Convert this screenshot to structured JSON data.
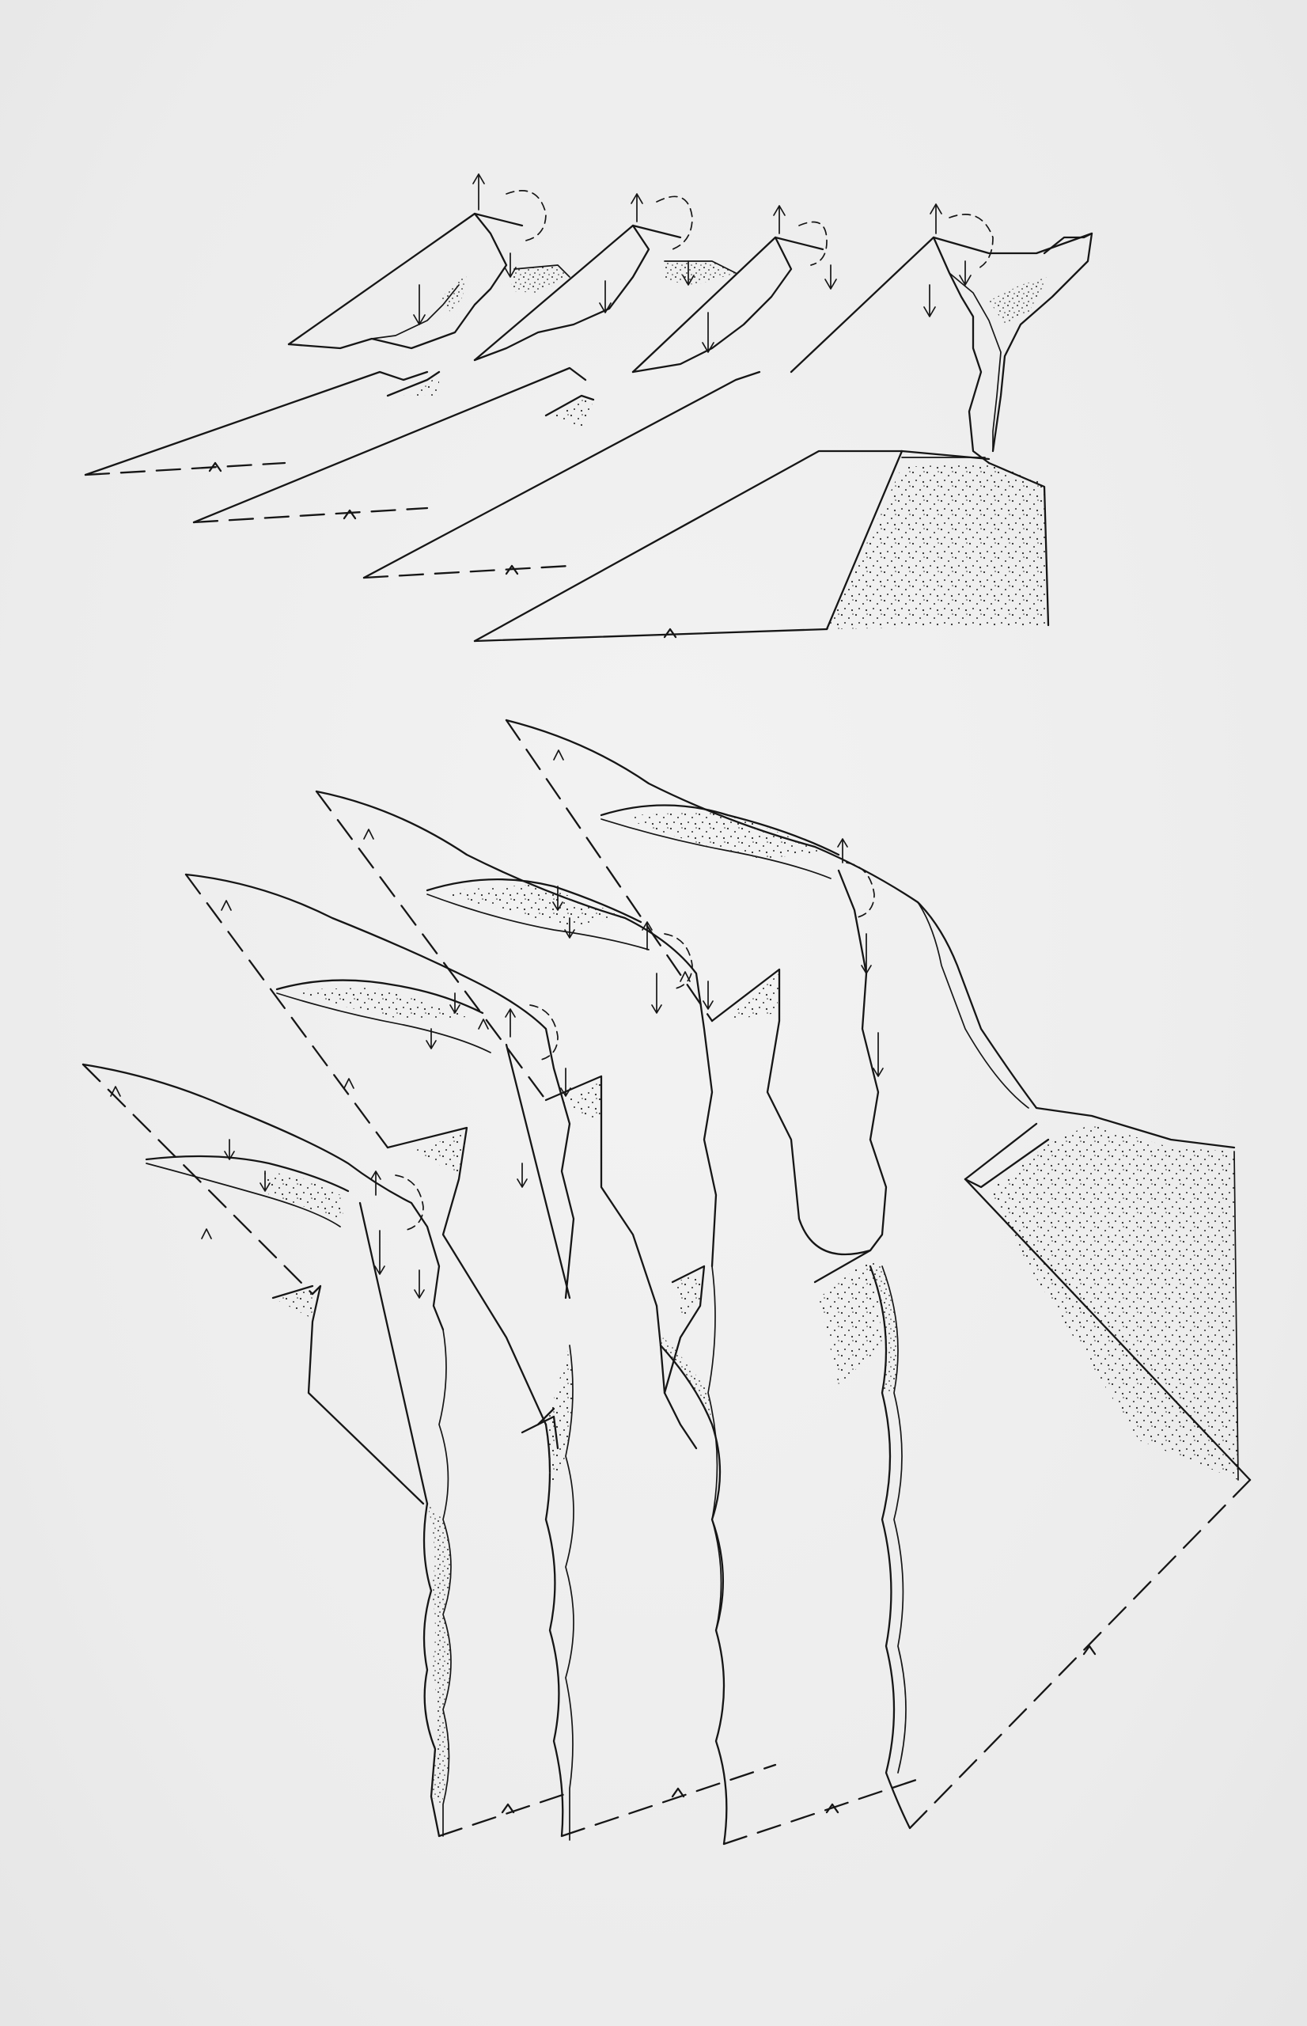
{
  "figure": {
    "background_color": "#eeeeee",
    "ink_color": "#161616",
    "stipple_color": "#2a2a2a",
    "upper_group": {
      "description_icon": "upper-block-diagram-series",
      "slice_count": 4
    },
    "lower_group": {
      "description_icon": "lower-block-diagram-series",
      "slice_count": 4
    },
    "marks": {
      "up_arrow": "up-arrow-icon",
      "down_arrow": "down-arrow-icon",
      "rotation_arrow": "curved-arrow-icon",
      "chevron": "chevron-up-icon"
    }
  }
}
